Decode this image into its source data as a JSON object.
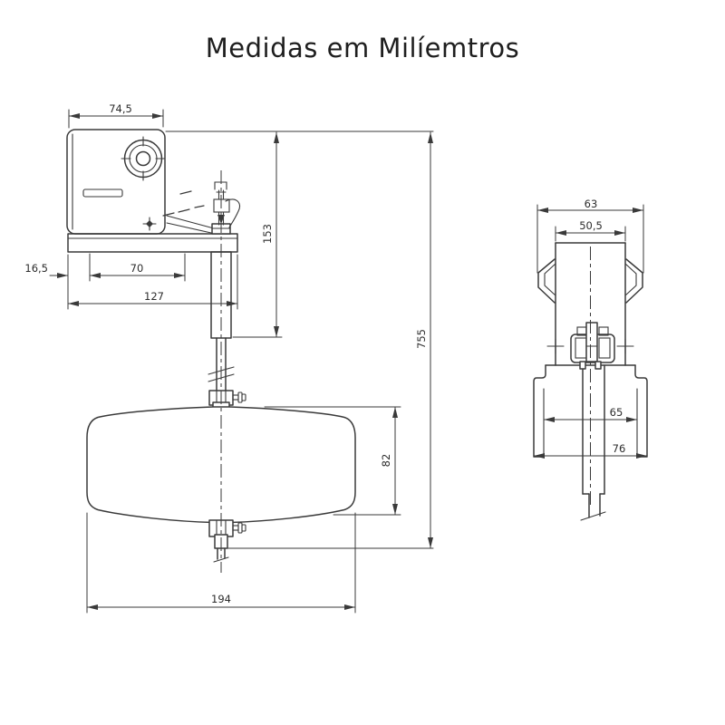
{
  "title": "Medidas em Milíemtros",
  "front_view": {
    "dims": {
      "box_width": "74,5",
      "mount_offset": "16,5",
      "hole_spacing": "70",
      "base_width": "127",
      "head_height": "153",
      "total_height": "755",
      "float_height": "82",
      "float_width": "194"
    }
  },
  "side_view": {
    "dims": {
      "top_outer_width": "63",
      "top_inner_width": "50,5",
      "bracket_inner_width": "65",
      "bracket_outer_width": "76"
    }
  },
  "colors": {
    "line": "#3a3a3a",
    "text": "#2c2c2c",
    "background": "#ffffff"
  }
}
